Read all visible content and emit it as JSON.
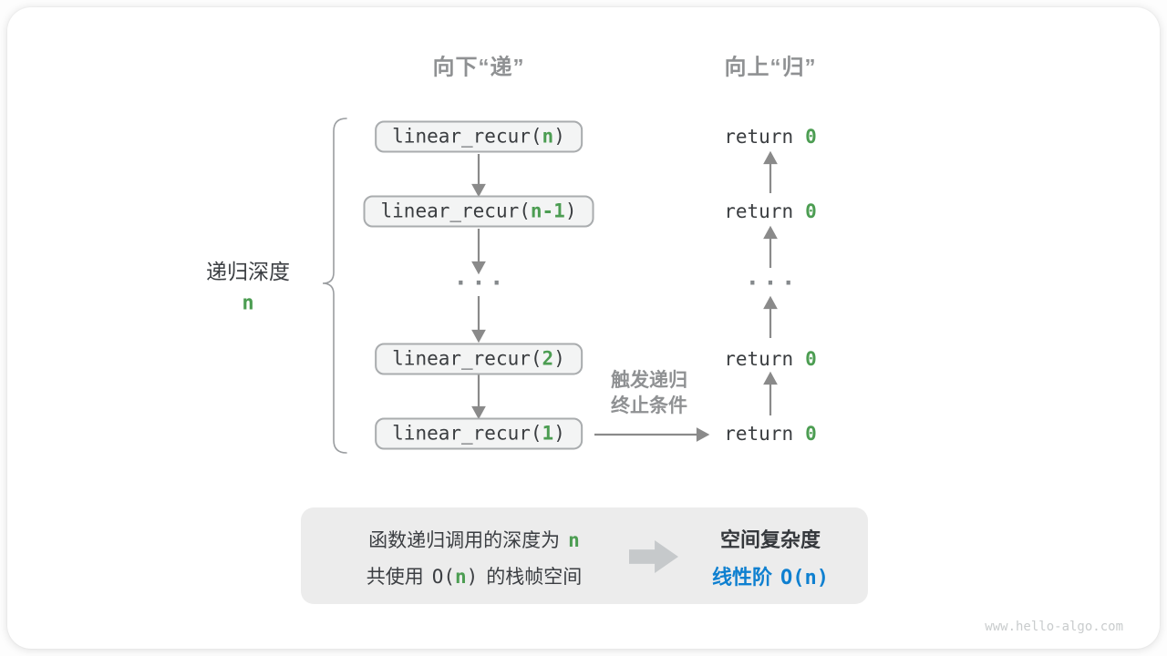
{
  "colors": {
    "green": "#4c9d52",
    "blue": "#0f80d0",
    "graylabel": "#8f9193",
    "arrow": "#8a8a8a"
  },
  "headers": {
    "down": "向下“递”",
    "up": "向上“归”"
  },
  "depth_label": {
    "text": "递归深度",
    "value": "n"
  },
  "recursion_stack": {
    "calls": [
      {
        "prefix": "linear_recur(",
        "arg": "n",
        "suffix": ")"
      },
      {
        "prefix": "linear_recur(",
        "arg": "n-1",
        "suffix": ")"
      },
      {
        "prefix": "linear_recur(",
        "arg": "2",
        "suffix": ")"
      },
      {
        "prefix": "linear_recur(",
        "arg": "1",
        "suffix": ")"
      }
    ],
    "ellipsis": "···"
  },
  "returns_column": {
    "items": [
      {
        "keyword": "return",
        "value": "0"
      },
      {
        "keyword": "return",
        "value": "0"
      },
      {
        "keyword": "return",
        "value": "0"
      },
      {
        "keyword": "return",
        "value": "0"
      }
    ],
    "ellipsis": "···"
  },
  "trigger_label": {
    "line1": "触发递归",
    "line2": "终止条件"
  },
  "summary": {
    "line1_text": "函数递归调用的深度为",
    "line1_value": "n",
    "line2_text1": "共使用",
    "line2_code_open": "O(",
    "line2_code_arg": "n",
    "line2_code_close": ")",
    "line2_text2": "的栈帧空间",
    "result_title": "空间复杂度",
    "result_text": "线性阶",
    "result_code": "O(n)"
  },
  "watermark": "www.hello-algo.com"
}
